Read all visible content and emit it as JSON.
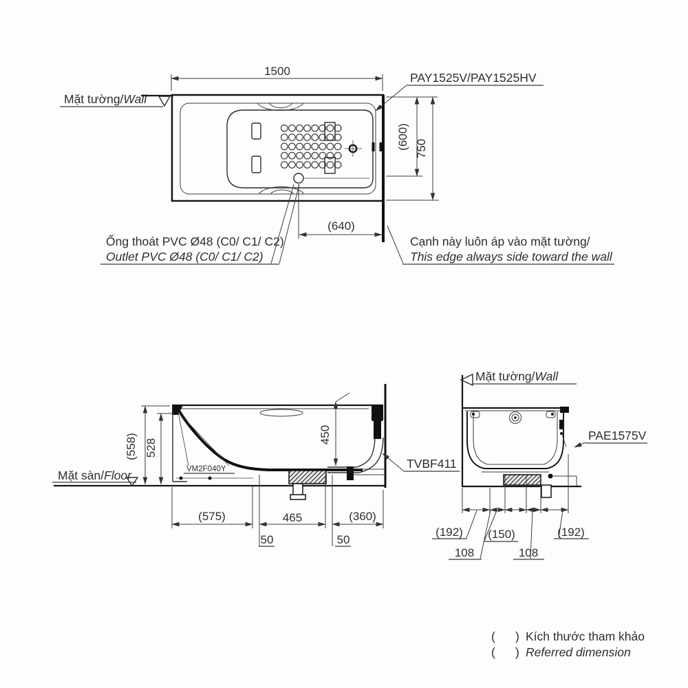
{
  "top_view": {
    "model_label": "PAY1525V/PAY1525HV",
    "wall_label_vi": "Mặt tường/",
    "wall_label_en": "Wall",
    "dim_width": "1500",
    "dim_inner_depth": "(600)",
    "dim_depth": "750",
    "dim_drain_offset": "(640)",
    "outlet_note_vi": "Ống thoát PVC Ø48 (C0/ C1/ C2)",
    "outlet_note_en": "Outlet PVC Ø48 (C0/ C1/ C2)",
    "edge_note_vi": "Cạnh này luôn áp vào mặt tường/",
    "edge_note_en": "This edge always side toward the wall"
  },
  "side_view": {
    "floor_label_vi": "Mặt sàn/",
    "floor_label_en": "Floor",
    "dim_total_height": "(558)",
    "dim_rim_height": "528",
    "dim_inner_depth": "450",
    "apron_model": "VM2F040Y",
    "drain_model": "TVBF411",
    "dim_left": "(575)",
    "dim_center": "465",
    "dim_right": "(360)",
    "dim_gap_left": "50",
    "dim_gap_right": "50"
  },
  "end_view": {
    "wall_label_vi": "Mặt tường/",
    "wall_label_en": "Wall",
    "panel_model": "PAE1575V",
    "dim_1": "(192)",
    "dim_2": "108",
    "dim_3": "(150)",
    "dim_4": "108",
    "dim_5": "(192)"
  },
  "legend": {
    "paren_open": "(",
    "paren_close": ")",
    "line1": "Kích thước tham khảo",
    "line2": "Referred dimension"
  }
}
